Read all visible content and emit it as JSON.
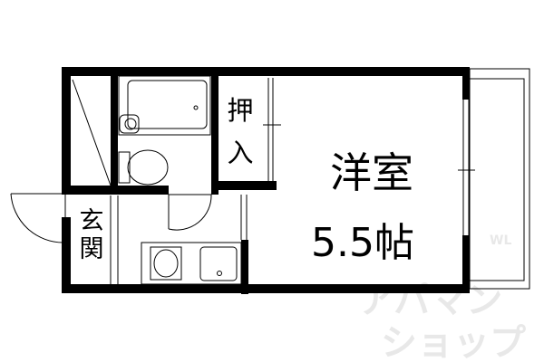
{
  "rooms": {
    "western_room": {
      "label": "洋室",
      "size": "5.5帖"
    },
    "closet": {
      "label": "押入"
    },
    "entrance": {
      "label": "玄関"
    }
  },
  "watermark": {
    "line1": "アパマン",
    "line2": "ショップ",
    "mark": "WL"
  },
  "colors": {
    "wall": "#000000",
    "watermark": "#e6e6e6"
  }
}
